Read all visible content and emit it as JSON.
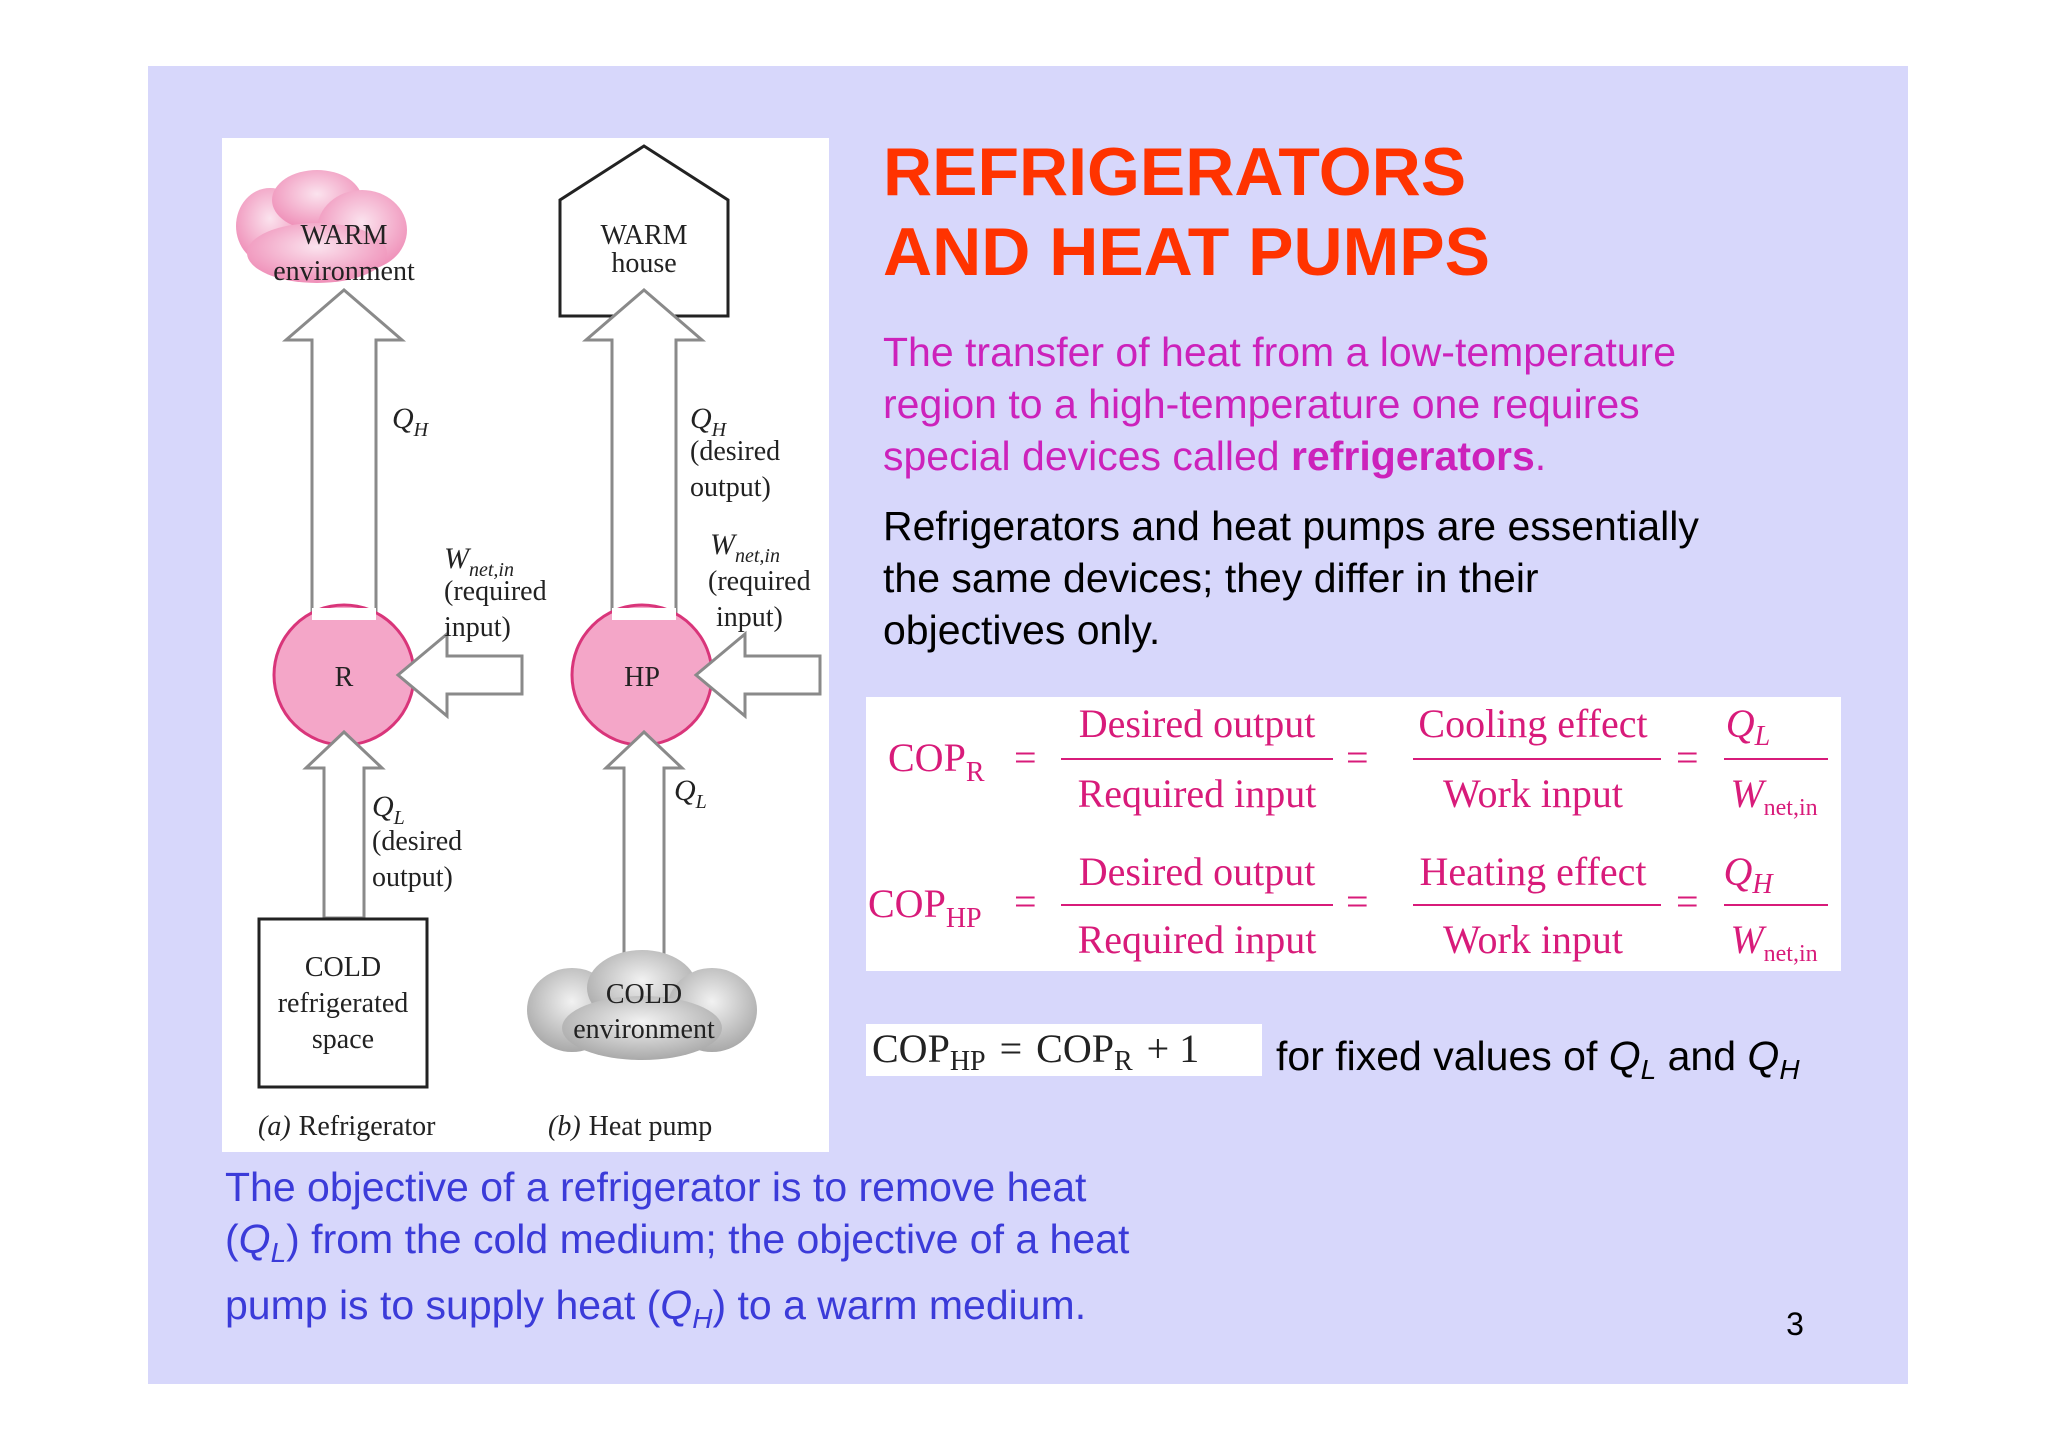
{
  "title": {
    "line1": "REFRIGERATORS",
    "line2": "AND HEAT PUMPS"
  },
  "intro": {
    "line1": "The transfer of heat from a low-temperature",
    "line2": "region to a high-temperature one requires",
    "line3_prefix": "special devices called ",
    "line3_bold": "refrigerators",
    "line3_suffix": "."
  },
  "essence": {
    "line1": "Refrigerators and heat pumps are essentially",
    "line2": "the same devices; they differ in their",
    "line3": "objectives only."
  },
  "figure": {
    "refrigerator": {
      "warm_label_1": "WARM",
      "warm_label_2": "environment",
      "qh_label": "Q",
      "qh_sub": "H",
      "w_label": "W",
      "w_sub": "net,in",
      "w_note_1": "(required",
      "w_note_2": "input)",
      "device": "R",
      "ql_label": "Q",
      "ql_sub": "L",
      "ql_note_1": "(desired",
      "ql_note_2": "output)",
      "cold_label_1": "COLD",
      "cold_label_2": "refrigerated",
      "cold_label_3": "space",
      "caption_letter": "(a)",
      "caption_text": "Refrigerator"
    },
    "heat_pump": {
      "warm_label_1": "WARM",
      "warm_label_2": "house",
      "qh_label": "Q",
      "qh_sub": "H",
      "qh_note_1": "(desired",
      "qh_note_2": "output)",
      "w_label": "W",
      "w_sub": "net,in",
      "w_note_1": "(required",
      "w_note_2": "input)",
      "device": "HP",
      "ql_label": "Q",
      "ql_sub": "L",
      "cold_label_1": "COLD",
      "cold_label_2": "environment",
      "caption_letter": "(b)",
      "caption_text": "Heat pump"
    },
    "colors": {
      "pink": "#f4a6c8",
      "pink_stroke": "#d9357a",
      "gray": "#b8b8b8"
    }
  },
  "formulas": {
    "cop_r": {
      "lhs": "COP",
      "lhs_sub": "R",
      "eq": "=",
      "f1_num": "Desired output",
      "f1_den": "Required input",
      "f2_num": "Cooling effect",
      "f2_den": "Work input",
      "f3_num": "Q",
      "f3_num_sub": "L",
      "f3_den": "W",
      "f3_den_sub": "net,in"
    },
    "cop_hp": {
      "lhs": "COP",
      "lhs_sub": "HP",
      "eq": "=",
      "f1_num": "Desired output",
      "f1_den": "Required input",
      "f2_num": "Heating effect",
      "f2_den": "Work input",
      "f3_num": "Q",
      "f3_num_sub": "H",
      "f3_den": "W",
      "f3_den_sub": "net,in"
    },
    "color": "#d81b7a"
  },
  "relation": {
    "cop": "COP",
    "hp_sub": "HP",
    "eq": "=",
    "r_sub": "R",
    "plus": "+ 1",
    "note_prefix": "for fixed values of ",
    "ql": "Q",
    "ql_sub": "L",
    "and": " and ",
    "qh": "Q",
    "qh_sub": "H"
  },
  "objective": {
    "line1": "The objective of a refrigerator is to remove heat",
    "line2_a": "(",
    "line2_q": "Q",
    "line2_sub": "L",
    "line2_b": ") from the cold medium; the objective of a heat",
    "line3_a": "pump is to supply heat (",
    "line3_q": "Q",
    "line3_sub": "H",
    "line3_b": ") to a warm medium."
  },
  "page_number": "3"
}
